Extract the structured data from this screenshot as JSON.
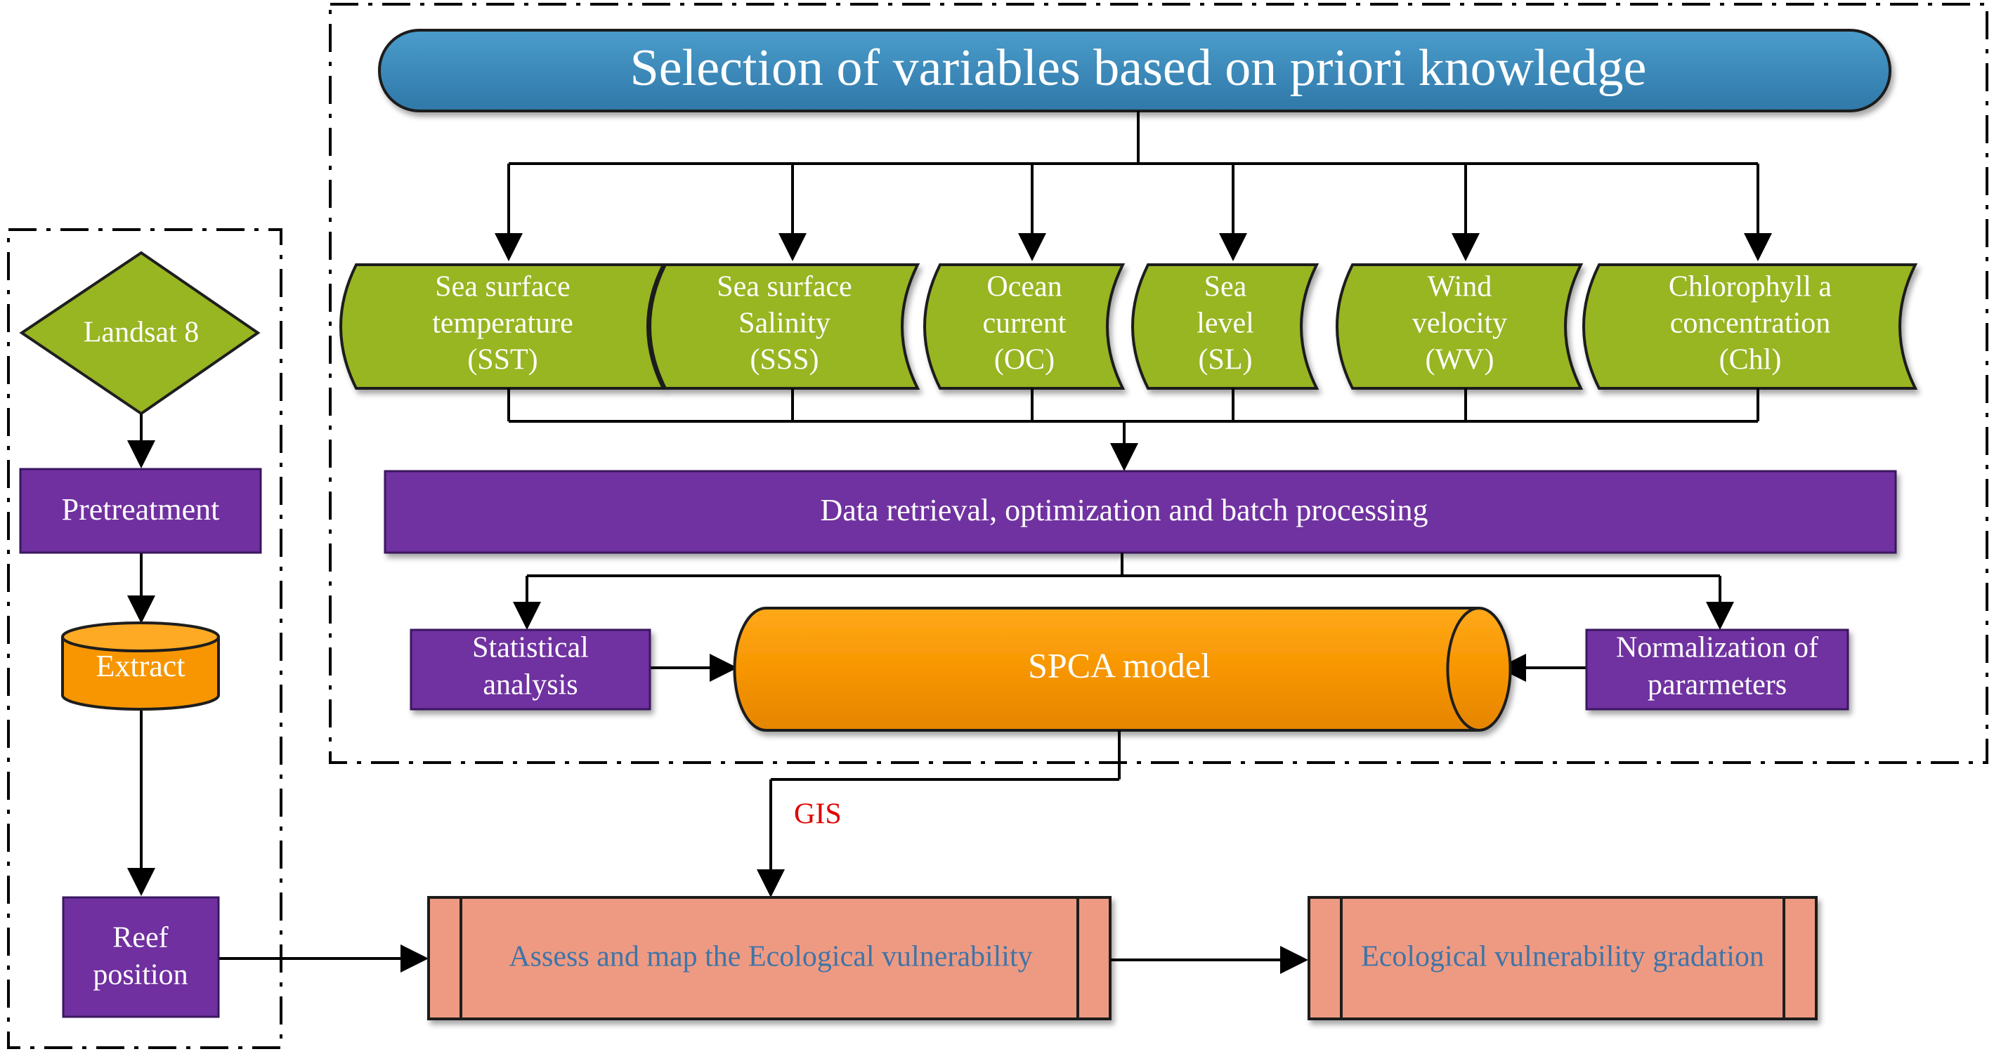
{
  "diagram": {
    "title": "Selection of variables based on priori knowledge",
    "variables": [
      {
        "lines": [
          "Sea surface",
          "temperature",
          "(SST)"
        ]
      },
      {
        "lines": [
          "Sea surface",
          "Salinity",
          "(SSS)"
        ]
      },
      {
        "lines": [
          "Ocean",
          "current",
          "(OC)"
        ]
      },
      {
        "lines": [
          "Sea",
          "level",
          "(SL)"
        ]
      },
      {
        "lines": [
          "Wind",
          "velocity",
          "(WV)"
        ]
      },
      {
        "lines": [
          "Chlorophyll a",
          "concentration",
          "(Chl)"
        ]
      }
    ],
    "data_retrieval": "Data retrieval, optimization and batch processing",
    "statistical": [
      "Statistical",
      "analysis"
    ],
    "spca": "SPCA model",
    "normalization": [
      "Normalization of",
      "pararmeters"
    ],
    "gis": "GIS",
    "landsat": "Landsat 8",
    "pretreatment": "Pretreatment",
    "extract": "Extract",
    "reef": [
      "Reef",
      "position"
    ],
    "assess": "Assess and map the Ecological vulnerability",
    "gradation": "Ecological vulnerability gradation",
    "colors": {
      "blue": "#3a87b7",
      "green": "#98b522",
      "purple": "#7030a0",
      "orange": "#f79600",
      "salmon": "#ee9a82",
      "salmon_text": "#3f74a8",
      "gis_red": "#e00000"
    }
  }
}
